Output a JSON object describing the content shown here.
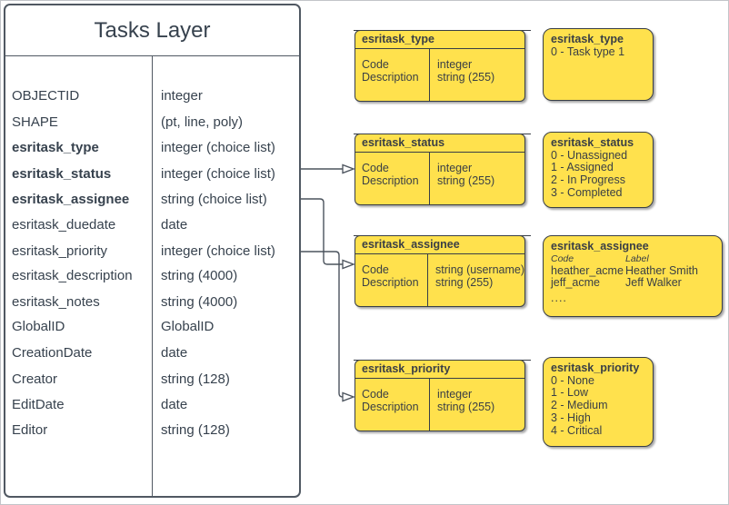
{
  "colors": {
    "node_fill": "#FFE14D",
    "node_stroke": "#383E46",
    "table_stroke": "#505862",
    "line_color": "#4B535D",
    "text_color": "#37424E",
    "frame_border": "#C2C5C9"
  },
  "tasks_layer": {
    "title": "Tasks Layer",
    "fields": [
      {
        "name": "OBJECTID",
        "type": "integer"
      },
      {
        "name": "SHAPE",
        "type": "(pt, line, poly)"
      },
      {
        "name": "esritask_type",
        "type": "integer (choice list)"
      },
      {
        "name": "esritask_status",
        "type": "integer (choice list)"
      },
      {
        "name": "esritask_assignee",
        "type": "string (choice list)"
      },
      {
        "name": "esritask_duedate",
        "type": "date"
      },
      {
        "name": "esritask_priority",
        "type": "integer (choice list)"
      },
      {
        "name": "esritask_description",
        "type": "string (4000)"
      },
      {
        "name": "esritask_notes",
        "type": "string (4000)"
      },
      {
        "name": "GlobalID",
        "type": "GlobalID"
      },
      {
        "name": "CreationDate",
        "type": "date"
      },
      {
        "name": "Creator",
        "type": "string (128)"
      },
      {
        "name": "EditDate",
        "type": "date"
      },
      {
        "name": "Editor",
        "type": "string (128)"
      }
    ]
  },
  "domain_tables": [
    {
      "title": "esritask_type",
      "left": [
        "Code",
        "Description"
      ],
      "right": [
        "integer",
        "string (255)"
      ]
    },
    {
      "title": "esritask_status",
      "left": [
        "Code",
        "Description"
      ],
      "right": [
        "integer",
        "string (255)"
      ]
    },
    {
      "title": "esritask_assignee",
      "left": [
        "Code",
        "Description"
      ],
      "right": [
        "string (username)",
        "string (255)"
      ]
    },
    {
      "title": "esritask_priority",
      "left": [
        "Code",
        "Description"
      ],
      "right": [
        "integer",
        "string (255)"
      ]
    }
  ],
  "domain_lists": [
    {
      "title": "esritask_type",
      "items": [
        "0 - Task type 1"
      ]
    },
    {
      "title": "esritask_status",
      "items": [
        "0 - Unassigned",
        "1 - Assigned",
        "2 - In Progress",
        "3 - Completed"
      ]
    },
    {
      "title": "esritask_assignee",
      "col_headers": [
        "Code",
        "Label"
      ],
      "entries": [
        [
          "heather_acme",
          "Heather Smith"
        ],
        [
          "jeff_acme",
          "Jeff Walker"
        ]
      ],
      "more": "...."
    },
    {
      "title": "esritask_priority",
      "items": [
        "0 - None",
        "1 - Low",
        "2 - Medium",
        "3 - High",
        "4 - Critical"
      ]
    }
  ]
}
